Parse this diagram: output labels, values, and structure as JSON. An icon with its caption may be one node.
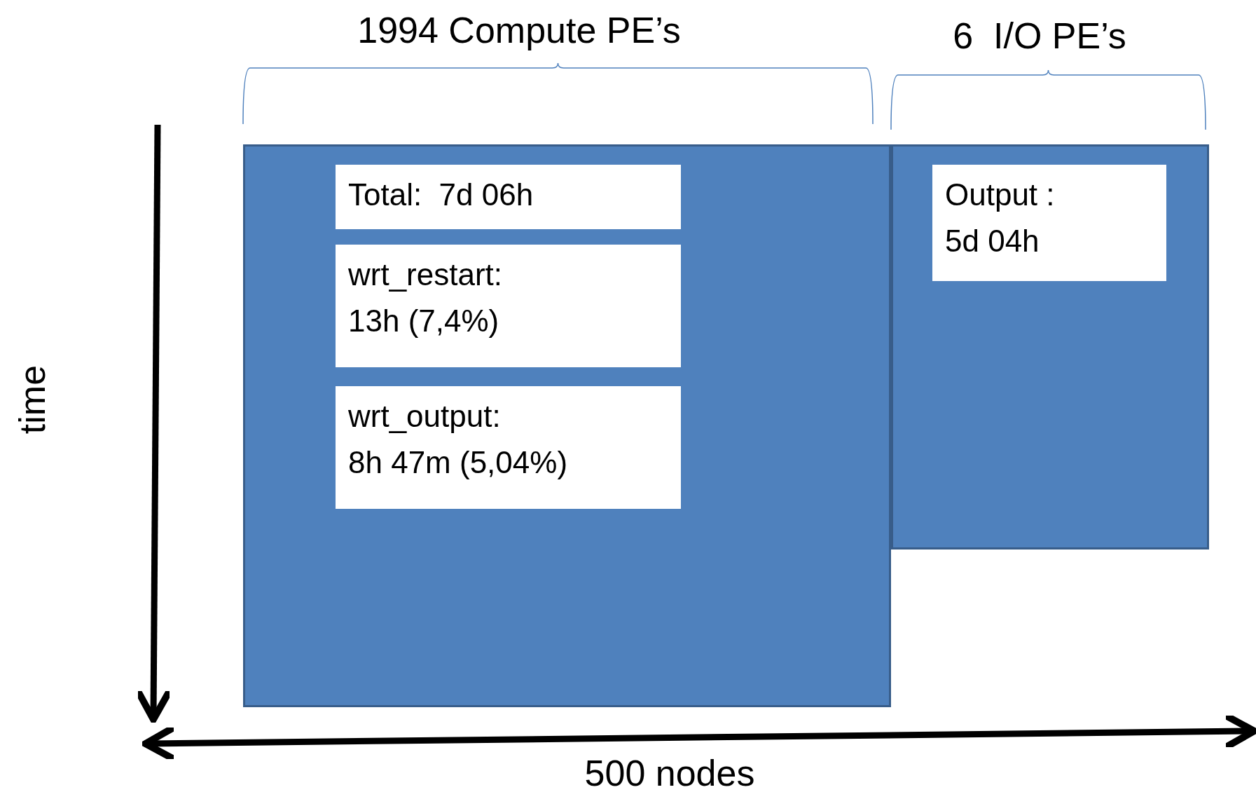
{
  "diagram": {
    "nodes": [
      {
        "text": [],
        "shape": "box"
      },
      {
        "text": [
          "Total:  7d 06h"
        ],
        "in": 0
      },
      {
        "text": [
          "wrt_restart:",
          "13h (7,4%)"
        ],
        "in": 0
      },
      {
        "text": [
          "wrt_output:",
          "8h 47m (5,04%)"
        ],
        "in": 0
      },
      {
        "text": [],
        "shape": "box"
      },
      {
        "text": [
          "Output :",
          "5d 04h"
        ],
        "in": 4
      }
    ],
    "labels": [
      "1994 Compute PE’s",
      "6  I/O PE’s",
      "time",
      "500 nodes"
    ]
  }
}
